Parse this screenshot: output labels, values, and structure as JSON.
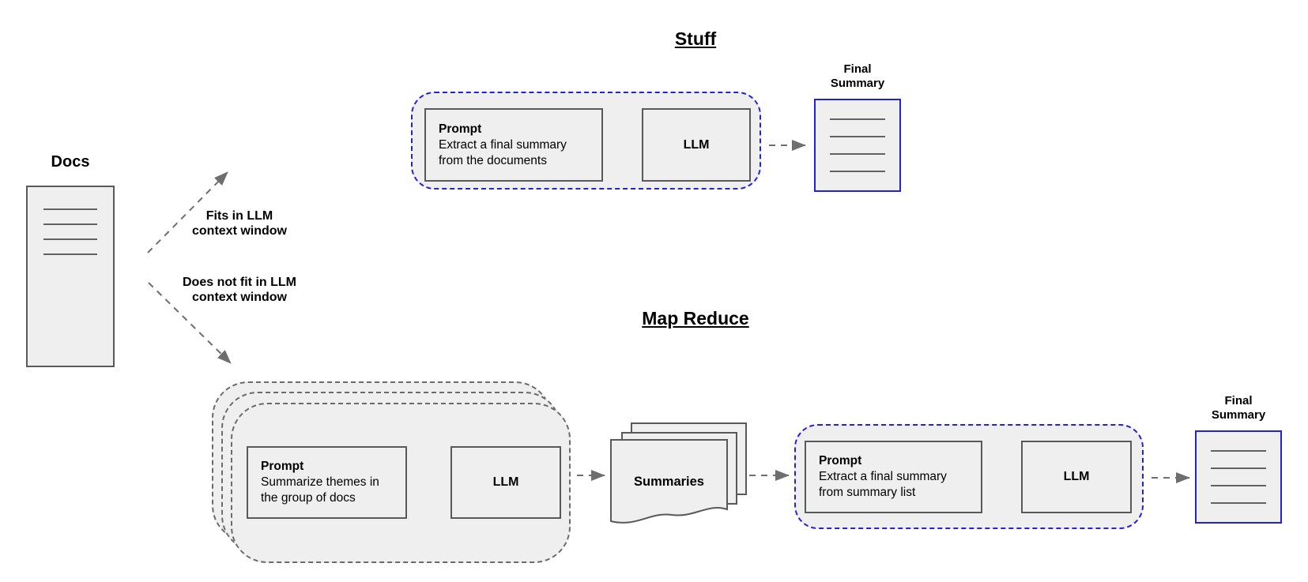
{
  "diagram": {
    "docs": {
      "label": "Docs"
    },
    "branches": {
      "fits_line1": "Fits in LLM",
      "fits_line2": "context window",
      "nofit_line1": "Does not fit in LLM",
      "nofit_line2": "context window"
    },
    "stuff": {
      "title": "Stuff",
      "prompt_heading": "Prompt",
      "prompt_line1": "Extract a final summary",
      "prompt_line2": "from the documents",
      "llm_label": "LLM",
      "final_label_line1": "Final",
      "final_label_line2": "Summary"
    },
    "map_reduce": {
      "title": "Map Reduce",
      "map_prompt_heading": "Prompt",
      "map_prompt_line1": "Summarize themes in",
      "map_prompt_line2": "the group of docs",
      "map_llm_label": "LLM",
      "summaries_label": "Summaries",
      "reduce_prompt_heading": "Prompt",
      "reduce_prompt_line1": "Extract a final summary",
      "reduce_prompt_line2": "from summary list",
      "reduce_llm_label": "LLM",
      "final_label_line1": "Final",
      "final_label_line2": "Summary"
    },
    "colors": {
      "accent_blue": "#2222dd",
      "box_fill": "#efefef",
      "box_border": "#595959",
      "arrow_gray": "#6e6e6e",
      "text": "#000000",
      "background": "#ffffff"
    }
  }
}
